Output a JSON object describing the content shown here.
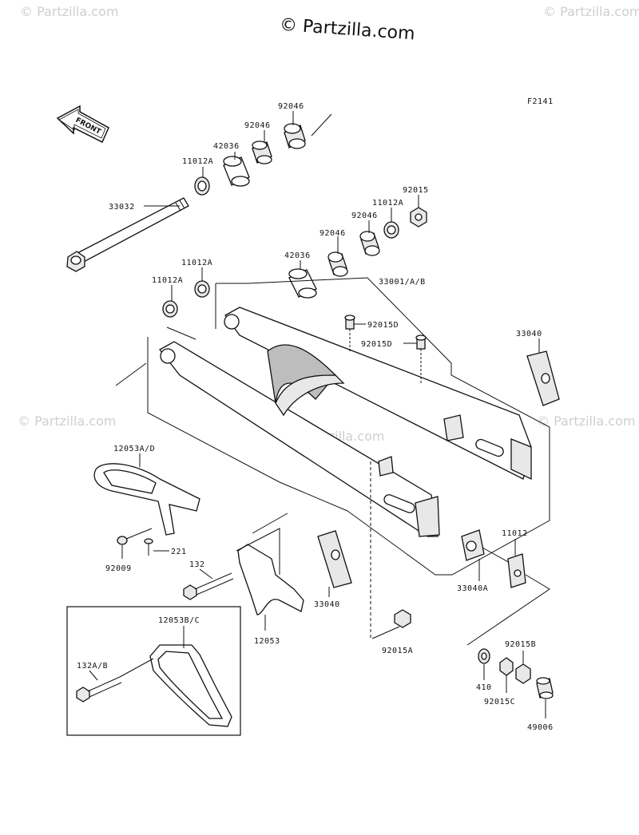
{
  "copyright": "© Partzilla.com",
  "watermark": "© Partzilla.com",
  "figure_code": "F2141",
  "front_label": "FRONT",
  "parts": {
    "p92046_top": "92046",
    "p92046_mid": "92046",
    "p42036_top": "42036",
    "p11012A_top": "11012A",
    "p33032": "33032",
    "p92015": "92015",
    "p11012A_right": "11012A",
    "p92046_right": "92046",
    "p92046_right2": "92046",
    "p42036_mid": "42036",
    "p11012A_left1": "11012A",
    "p11012A_left2": "11012A",
    "p33001": "33001/A/B",
    "p92015D_1": "92015D",
    "p92015D_2": "92015D",
    "p33040_right": "33040",
    "p12053AD": "12053A/D",
    "p221": "221",
    "p92009": "92009",
    "p132": "132",
    "p33040_mid": "33040",
    "p12053": "12053",
    "p92015A": "92015A",
    "p11012": "11012",
    "p33040A": "33040A",
    "p12053BC": "12053B/C",
    "p132AB": "132A/B",
    "p92015B": "92015B",
    "p410": "410",
    "p92015C": "92015C",
    "p49006": "49006"
  }
}
